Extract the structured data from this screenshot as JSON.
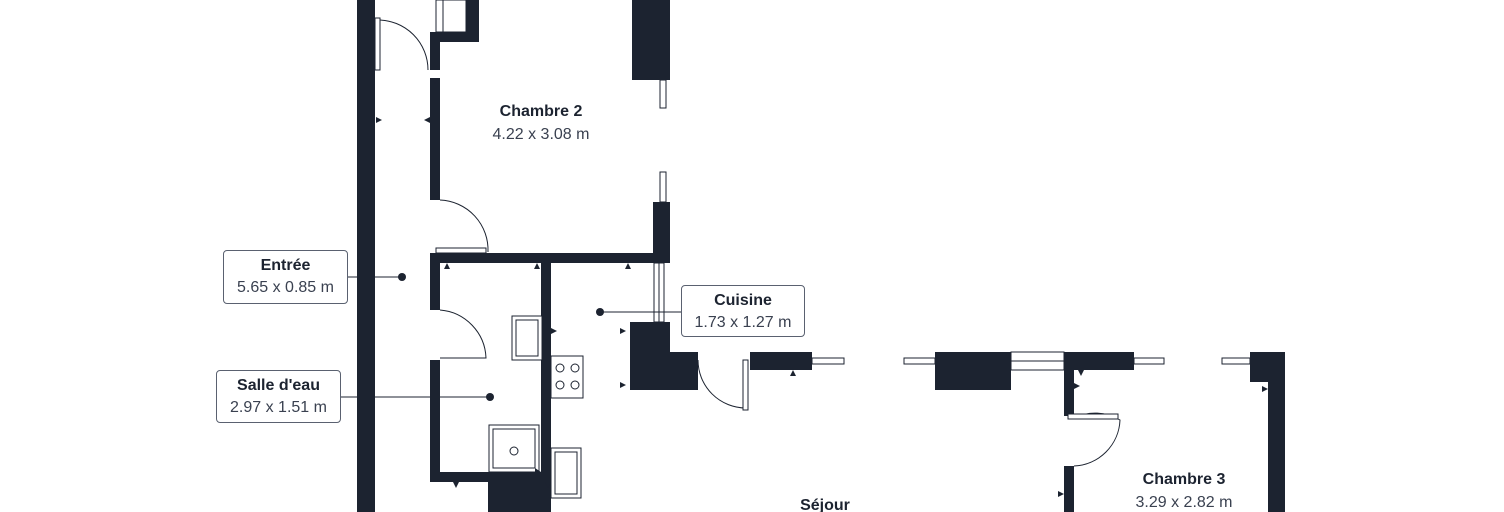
{
  "floor_plan": {
    "rooms": [
      {
        "id": "chambre2",
        "name": "Chambre 2",
        "dimensions": "4.22 x 3.08 m"
      },
      {
        "id": "entree",
        "name": "Entrée",
        "dimensions": "5.65 x 0.85 m"
      },
      {
        "id": "cuisine",
        "name": "Cuisine",
        "dimensions": "1.73 x 1.27 m"
      },
      {
        "id": "salle_eau",
        "name": "Salle d'eau",
        "dimensions": "2.97 x 1.51 m"
      },
      {
        "id": "chambre3",
        "name": "Chambre 3",
        "dimensions": "3.29 x 2.82 m"
      },
      {
        "id": "sejour",
        "name": "Séjour",
        "dimensions": ""
      }
    ],
    "colors": {
      "walls": "#1c2330",
      "background": "#ffffff",
      "label_border": "#5a6170"
    }
  }
}
